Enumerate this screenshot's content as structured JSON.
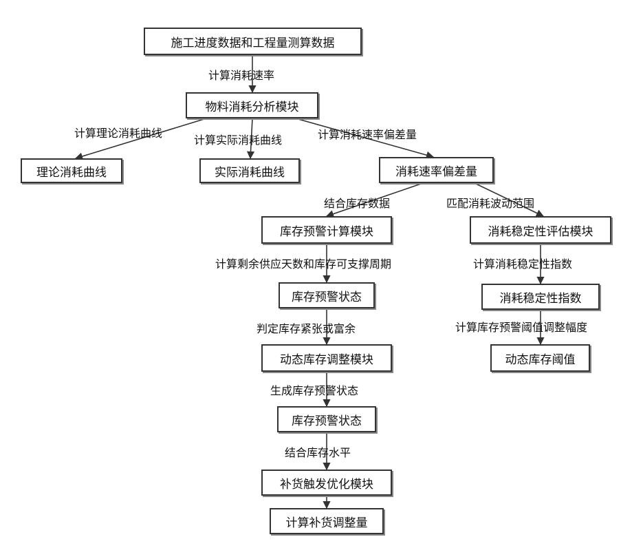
{
  "nodes": {
    "n1": "施工进度数据和工程量测算数据",
    "n2": "物料消耗分析模块",
    "n3": "理论消耗曲线",
    "n4": "实际消耗曲线",
    "n5": "消耗速率偏差量",
    "n6": "库存预警计算模块",
    "n7": "消耗稳定性评估模块",
    "n8": "库存预警状态",
    "n9": "消耗稳定性指数",
    "n10": "动态库存调整模块",
    "n11": "动态库存阈值",
    "n12": "库存预警状态",
    "n13": "补货触发优化模块",
    "n14": "计算补货调整量"
  },
  "edges": {
    "e1": "计算消耗速率",
    "e2": "计算理论消耗曲线",
    "e3": "计算实际消耗曲线",
    "e4": "计算消耗速率偏差量",
    "e5": "结合库存数据",
    "e6": "匹配消耗波动范围",
    "e7": "计算剩余供应天数和库存可支撑周期",
    "e8": "计算消耗稳定性指数",
    "e9": "判定库存紧张或富余",
    "e10": "计算库存预警阈值调整幅度",
    "e11": "生成库存预警状态",
    "e12": "结合库存水平"
  }
}
